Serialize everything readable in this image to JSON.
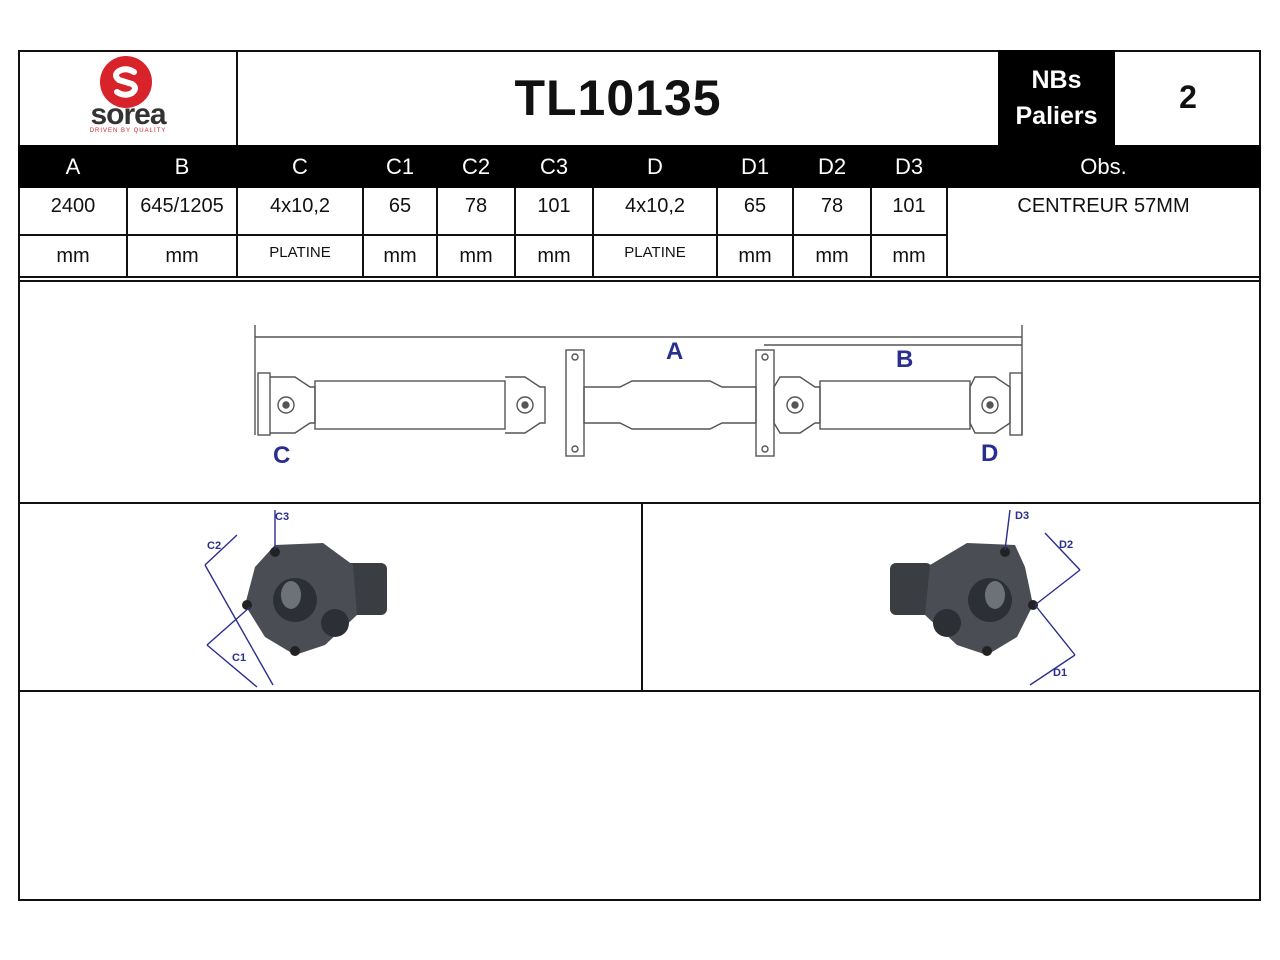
{
  "header": {
    "title": "TL10135",
    "nbs_line1": "NBs",
    "nbs_line2": "Paliers",
    "nbs_value": "2"
  },
  "logo": {
    "word": "sorea",
    "tagline": "DRIVEN BY QUALITY",
    "brand_color": "#d8232a"
  },
  "columns": [
    "A",
    "B",
    "C",
    "C1",
    "C2",
    "C3",
    "D",
    "D1",
    "D2",
    "D3",
    "Obs."
  ],
  "values": [
    "2400",
    "645/1205",
    "4x10,2",
    "65",
    "78",
    "101",
    "4x10,2",
    "65",
    "78",
    "101",
    "CENTREUR 57MM"
  ],
  "units": [
    "mm",
    "mm",
    "PLATINE",
    "mm",
    "mm",
    "mm",
    "PLATINE",
    "mm",
    "mm",
    "mm"
  ],
  "diagram": {
    "label_a": "A",
    "label_b": "B",
    "label_c": "C",
    "label_d": "D",
    "label_c1": "C1",
    "label_c2": "C2",
    "label_c3": "C3",
    "label_d1": "D1",
    "label_d2": "D2",
    "label_d3": "D3",
    "accent_color": "#2a2f8f"
  }
}
